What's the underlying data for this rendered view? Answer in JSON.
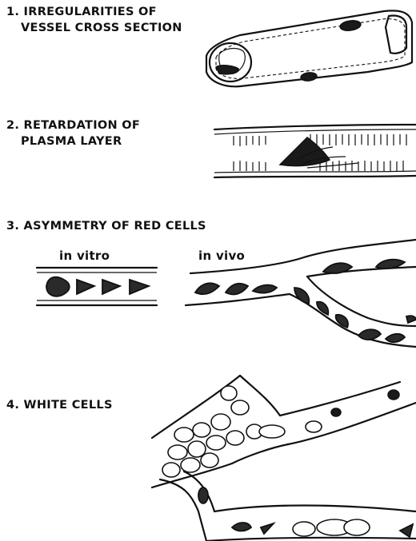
{
  "diagram": {
    "sections": [
      {
        "label_line1": "1. IRREGULARITIES OF",
        "label_line2": "VESSEL CROSS SECTION"
      },
      {
        "label_line1": "2. RETARDATION OF",
        "label_line2": "PLASMA LAYER"
      },
      {
        "label_line1": "3. ASYMMETRY OF RED CELLS",
        "sub_left": "in vitro",
        "sub_right": "in vivo"
      },
      {
        "label_line1": "4. WHITE CELLS"
      }
    ]
  }
}
